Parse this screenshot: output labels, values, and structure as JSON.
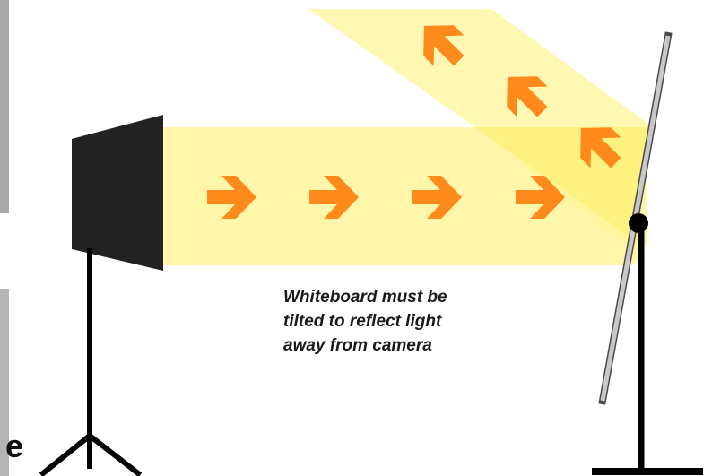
{
  "caption": {
    "line1": "Whiteboard must be",
    "line2": "tilted to reflect light",
    "line3": "away from camera"
  },
  "corner_letter": "e",
  "colors": {
    "light_beam": "#fff59a",
    "light_beam_overlap": "#fbee6a",
    "arrow": "#ff8a1c",
    "lamp": "#222222",
    "stand": "#000000",
    "whiteboard": "#c8c8c8",
    "side_bars": "#a9a9a9"
  },
  "icons": {
    "lamp": "softbox-light-icon",
    "arrow": "arrow-icon",
    "board": "whiteboard-icon"
  }
}
